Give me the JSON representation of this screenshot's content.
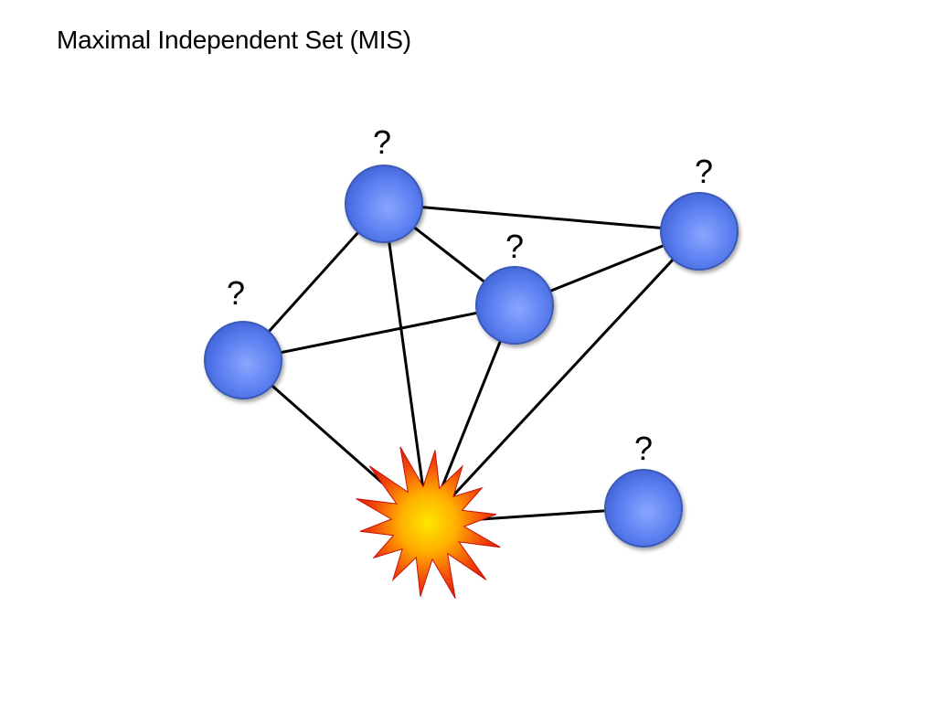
{
  "slide": {
    "title": "Maximal Independent Set (MIS)"
  },
  "graph": {
    "nodes": [
      {
        "id": "n1",
        "label": "?",
        "state": "unknown"
      },
      {
        "id": "n2",
        "label": "?",
        "state": "unknown"
      },
      {
        "id": "n3",
        "label": "?",
        "state": "unknown"
      },
      {
        "id": "n4",
        "label": "?",
        "state": "unknown"
      },
      {
        "id": "n5",
        "label": "?",
        "state": "unknown"
      },
      {
        "id": "n6",
        "label": "",
        "state": "explosion"
      }
    ],
    "edges": [
      [
        "n1",
        "n2"
      ],
      [
        "n1",
        "n3"
      ],
      [
        "n1",
        "n4"
      ],
      [
        "n1",
        "n6"
      ],
      [
        "n2",
        "n3"
      ],
      [
        "n2",
        "n6"
      ],
      [
        "n3",
        "n4"
      ],
      [
        "n3",
        "n6"
      ],
      [
        "n4",
        "n6"
      ],
      [
        "n5",
        "n6"
      ]
    ],
    "colors": {
      "node_fill": "#5b7ff0",
      "node_stroke": "#3a5ab8",
      "edge": "#000000",
      "burst_outer": "#e8160a",
      "burst_inner": "#ffd400"
    }
  }
}
